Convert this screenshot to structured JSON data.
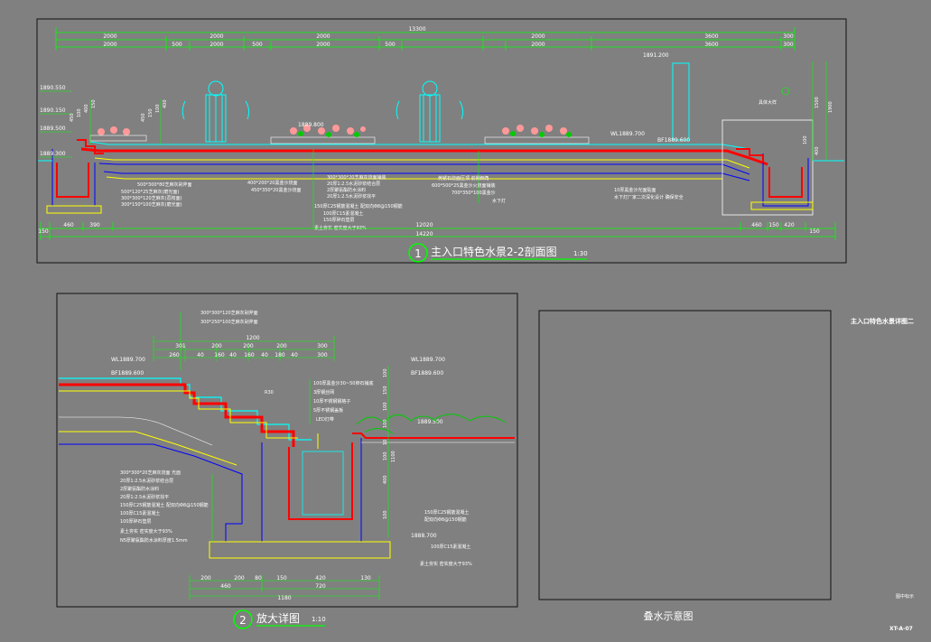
{
  "colors": {
    "background": "#808080",
    "frame": "#111111",
    "dim_line": "#00ff00",
    "water": "#00ffff",
    "structure": "#0000ff",
    "red_layer": "#ff0000",
    "yellow_layer": "#ffff00",
    "plants": "#ff9999",
    "text": "#ffffff"
  },
  "section_view": {
    "number": "1",
    "title": "主入口特色水景2-2剖面图",
    "scale": "1:30",
    "overall_dim": "13300",
    "top_dims_row1": [
      "2000",
      "2000",
      "2000",
      "2000",
      "3600",
      "300"
    ],
    "top_dims_row2": [
      "2000",
      "500",
      "2000",
      "500",
      "2000",
      "500",
      "2000",
      "3600",
      "300"
    ],
    "bottom_total": "14220",
    "bottom_mid": "12020",
    "bottom_left": [
      "150",
      "460",
      "390"
    ],
    "bottom_right": [
      "460",
      "150",
      "420",
      "150"
    ],
    "levels": {
      "l1": "1890.550",
      "l2": "1890.150",
      "l3": "1889.500",
      "l4": "1889.300",
      "planter_top": "1889.800",
      "wl": "WL1889.700",
      "bf": "BF1889.600",
      "wall_top": "1891.200"
    },
    "left_heights": [
      "450",
      "100",
      "400",
      "150"
    ],
    "center_heights": [
      "450",
      "150",
      "100",
      "400"
    ],
    "right_dims": [
      "1500",
      "1900",
      "400",
      "100"
    ],
    "callout": "具体大样",
    "notes_left": [
      "500*300*80芝麻灰剁斧面",
      "500*120*25芝麻灰(磨光面)",
      "300*300*120芝麻灰(荔枝面)",
      "300*150*100芝麻灰(磨光面)"
    ],
    "notes_center_left": [
      "400*200*20黑金沙烧面",
      "450*350*20黑金沙烧面"
    ],
    "notes_center": [
      "300*300*20芝麻灰烧面铺装",
      "20厚1:2.5水泥砂浆结合层",
      "2厚聚氨酯防水涂料",
      "20厚1:2.5水泥砂浆找平",
      "150厚C25钢筋混凝土 配双向Φ8@150钢筋",
      "100厚C15素混凝土",
      "150厚碎石垫层",
      "素土夯实 密实度大于93%"
    ],
    "notes_right": [
      "黄锈石烧面压顶 前侧倒角",
      "600*500*25黑金沙火烧面铺装",
      "700*350*100黑金沙",
      "水下灯"
    ],
    "notes_far_right": [
      "10厚黑金沙光面贴面",
      "水下灯厂家二次深化设计 确保安全"
    ]
  },
  "detail_view": {
    "number": "2",
    "title": "放大详图",
    "scale": "1:10",
    "top_notes": [
      "300*300*120芝麻灰剁斧面",
      "300*250*100芝麻灰剁斧面"
    ],
    "top_total": "1200",
    "top_dims_a": [
      "301",
      "200",
      "200",
      "200",
      "300"
    ],
    "top_dims_b": [
      "260",
      "40",
      "160",
      "40",
      "160",
      "40",
      "180",
      "40",
      "300"
    ],
    "wl_left": "WL1889.700",
    "bf_left": "BF1889.600",
    "wl_right": "WL1889.700",
    "bf_right": "BF1889.600",
    "level_ground": "1889.500",
    "level_bottom": "1888.700",
    "label_r30": "R30",
    "right_heights": [
      "100",
      "150",
      "100",
      "100",
      "10",
      "100",
      "400",
      "100"
    ],
    "right_height_total": "1100",
    "notes_pipe": [
      "100厚黑金沙30~50卵石铺底",
      "3厚钢丝网",
      "10厚不锈钢钢格子",
      "5厚不锈钢盖板",
      "LED灯带"
    ],
    "notes_left": [
      "300*300*20芝麻灰烧面 光面",
      "20厚1:2.5水泥砂浆结合层",
      "2厚聚氨酯防水涂料",
      "20厚1:2.5水泥砂浆找平",
      "150厚C25钢筋混凝土 配双向Φ8@150钢筋",
      "100厚C15素混凝土",
      "100厚碎石垫层",
      "素土夯实 密实度大于93%",
      "N5厚聚氨酯防水涂料厚度1.5mm"
    ],
    "notes_bottom_right": [
      "150厚C25钢筋混凝土",
      "配双向Φ8@150钢筋",
      "100厚C15素混凝土",
      "素土夯实 密实度大于93%"
    ],
    "bottom_dims_a": [
      "200",
      "200",
      "80",
      "150",
      "420",
      "130"
    ],
    "bottom_dims_b": [
      "460",
      "720"
    ],
    "bottom_total": "1180"
  },
  "schematic_view": {
    "title": "叠水示意图",
    "side_title": "主入口特色水景详图二",
    "tiny_note": "图中标示",
    "sheet_id": "XT-A-07"
  }
}
